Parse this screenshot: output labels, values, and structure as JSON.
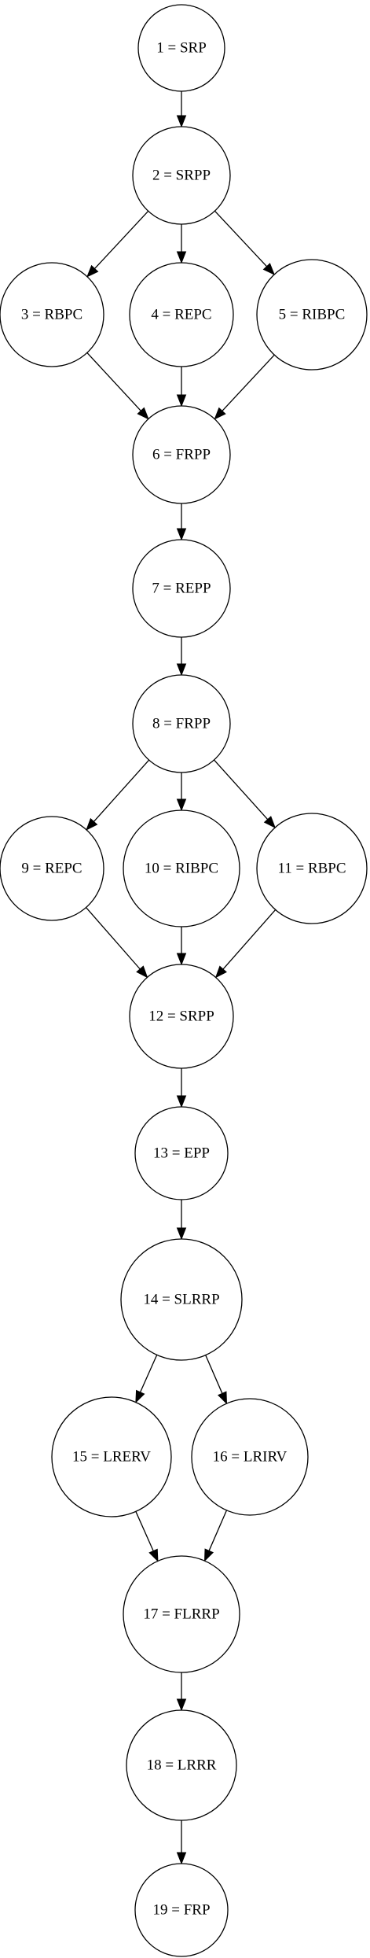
{
  "nodes": [
    {
      "id": 1,
      "label": "1 = SRP"
    },
    {
      "id": 2,
      "label": "2 = SRPP"
    },
    {
      "id": 3,
      "label": "3 = RBPC"
    },
    {
      "id": 4,
      "label": "4 = REPC"
    },
    {
      "id": 5,
      "label": "5 = RIBPC"
    },
    {
      "id": 6,
      "label": "6 = FRPP"
    },
    {
      "id": 7,
      "label": "7 = REPP"
    },
    {
      "id": 8,
      "label": "8 = FRPP"
    },
    {
      "id": 9,
      "label": "9 = REPC"
    },
    {
      "id": 10,
      "label": "10 = RIBPC"
    },
    {
      "id": 11,
      "label": "11 = RBPC"
    },
    {
      "id": 12,
      "label": "12 = SRPP"
    },
    {
      "id": 13,
      "label": "13 = EPP"
    },
    {
      "id": 14,
      "label": "14 = SLRRP"
    },
    {
      "id": 15,
      "label": "15 = LRERV"
    },
    {
      "id": 16,
      "label": "16 = LRIRV"
    },
    {
      "id": 17,
      "label": "17 = FLRRP"
    },
    {
      "id": 18,
      "label": "18 = LRRR"
    },
    {
      "id": 19,
      "label": "19 = FRP"
    }
  ],
  "edges": [
    [
      1,
      2
    ],
    [
      2,
      3
    ],
    [
      2,
      4
    ],
    [
      2,
      5
    ],
    [
      3,
      6
    ],
    [
      4,
      6
    ],
    [
      5,
      6
    ],
    [
      6,
      7
    ],
    [
      7,
      8
    ],
    [
      8,
      9
    ],
    [
      8,
      10
    ],
    [
      8,
      11
    ],
    [
      9,
      12
    ],
    [
      10,
      12
    ],
    [
      11,
      12
    ],
    [
      12,
      13
    ],
    [
      13,
      14
    ],
    [
      14,
      15
    ],
    [
      14,
      16
    ],
    [
      15,
      17
    ],
    [
      16,
      17
    ],
    [
      17,
      18
    ],
    [
      18,
      19
    ]
  ]
}
